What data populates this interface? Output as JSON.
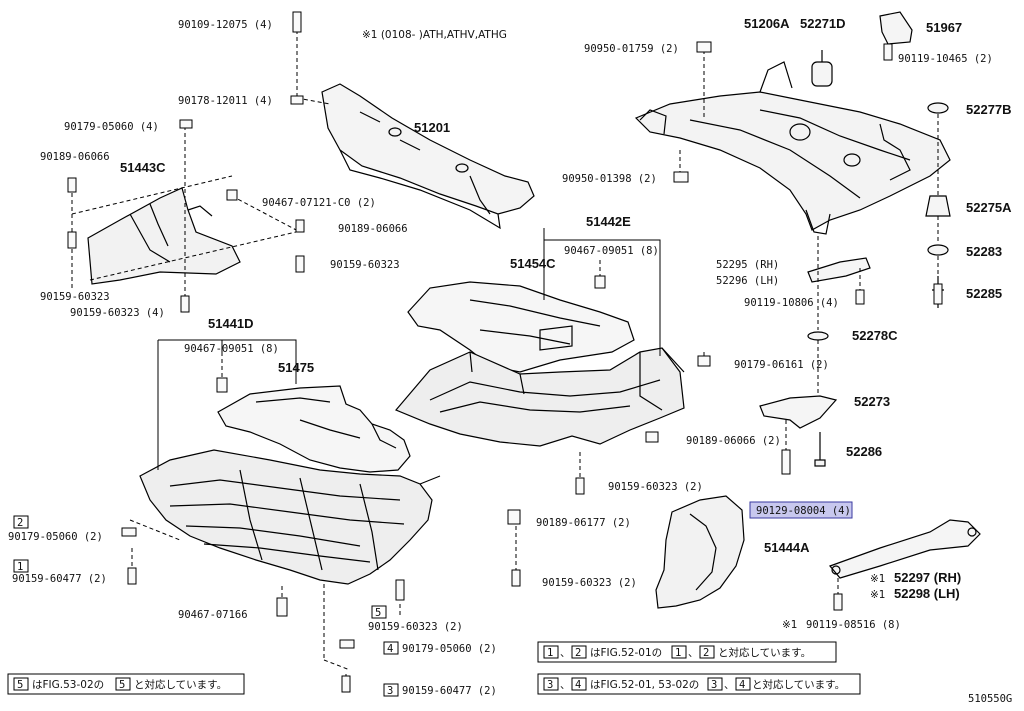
{
  "header_note": "※1 (0108-      )ATH,ATHV,ATHG",
  "figure_id": "510550G",
  "callouts": [
    "90109-12075 (4)",
    "90178-12011 (4)",
    "51201",
    "90179-05060 (4)",
    "90189-06066",
    "51443C",
    "90467-07121-C0 (2)",
    "90189-06066",
    "90159-60323",
    "90159-60323",
    "90159-60323 (4)",
    "90950-01759 (2)",
    "51206A",
    "52271D",
    "51967",
    "90119-10465 (2)",
    "52277B",
    "90950-01398 (2)",
    "52275A",
    "52283",
    "52295 (RH)",
    "52296 (LH)",
    "52285",
    "90119-10806 (4)",
    "51442E",
    "90467-09051 (8)",
    "51454C",
    "52278C",
    "90179-06161 (2)",
    "52273",
    "51441D",
    "90467-09051 (8)",
    "51475",
    "90189-06066 (2)",
    "52286",
    "90159-60323 (2)",
    "90129-08004 (4)",
    "90189-06177 (2)",
    "51444A",
    "90179-05060 (2)",
    "90159-60477 (2)",
    "90159-60323 (2)",
    "52297 (RH)",
    "52298 (LH)",
    "90467-07166",
    "90159-60323 (2)",
    "90119-08516 (8)",
    "90179-05060 (2)",
    "90159-60477 (2)"
  ],
  "markers": {
    "m1": "1",
    "m2": "2",
    "m3": "3",
    "m4": "4",
    "m5": "5",
    "star1": "※1",
    "star2": "※1",
    "star3": "※1"
  },
  "notes": {
    "n1": "はFIG.52-01の",
    "n1_and": "、",
    "n1_end": "と対応しています。",
    "n2": "はFIG.53-02の",
    "n2_end": "と対応しています。",
    "n3": "はFIG.52-01, 53-02の",
    "n3_and": "、",
    "n3_end": "と対応しています。"
  },
  "highlight_color": "#c8c8ee"
}
